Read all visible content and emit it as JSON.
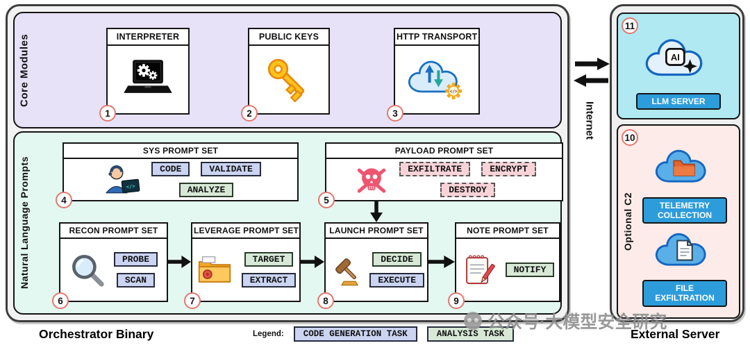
{
  "orchestrator": {
    "label": "Orchestrator Binary",
    "core": {
      "label": "Core Modules",
      "items": [
        {
          "num": "1",
          "title": "INTERPRETER"
        },
        {
          "num": "2",
          "title": "PUBLIC KEYS"
        },
        {
          "num": "3",
          "title": "HTTP TRANSPORT"
        }
      ]
    },
    "nlp": {
      "label": "Natural Language Prompts",
      "sets": {
        "sys": {
          "num": "4",
          "title": "SYS PROMPT SET",
          "tags": [
            "CODE",
            "VALIDATE",
            "ANALYZE"
          ]
        },
        "payload": {
          "num": "5",
          "title": "PAYLOAD PROMPT SET",
          "tags": [
            "EXFILTRATE",
            "ENCRYPT",
            "DESTROY"
          ]
        },
        "recon": {
          "num": "6",
          "title": "RECON PROMPT SET",
          "tags": [
            "PROBE",
            "SCAN"
          ]
        },
        "leverage": {
          "num": "7",
          "title": "LEVERAGE PROMPT SET",
          "tags": [
            "TARGET",
            "EXTRACT"
          ]
        },
        "launch": {
          "num": "8",
          "title": "LAUNCH PROMPT SET",
          "tags": [
            "DECIDE",
            "EXECUTE"
          ]
        },
        "note": {
          "num": "9",
          "title": "NOTE PROMPT SET",
          "tags": [
            "NOTIFY"
          ]
        }
      }
    }
  },
  "internet": {
    "label": "Internet"
  },
  "external": {
    "label": "External Server",
    "llm": {
      "num": "11",
      "server_label": "LLM SERVER"
    },
    "c2": {
      "num": "10",
      "label": "Optional C2",
      "telemetry_label": "TELEMETRY COLLECTION",
      "exfil_label": "FILE EXFILTRATION"
    }
  },
  "legend": {
    "label": "Legend:",
    "code_task": "CODE GENERATION TASK",
    "analysis_task": "ANALYSIS TASK"
  },
  "watermark": "公众号·大模型安全研究",
  "colors": {
    "core_bg": "#E7E2F8",
    "nlp_bg": "#E3F8F1",
    "llm_bg": "#B0E9F2",
    "c2_bg": "#FCEBE8",
    "code_tag": "#CBD4F1",
    "analysis_tag": "#D7E9D6",
    "payload_tag": "#F8D3D8",
    "server_button": "#2D9CDB",
    "badge_border": "#E4766E"
  }
}
